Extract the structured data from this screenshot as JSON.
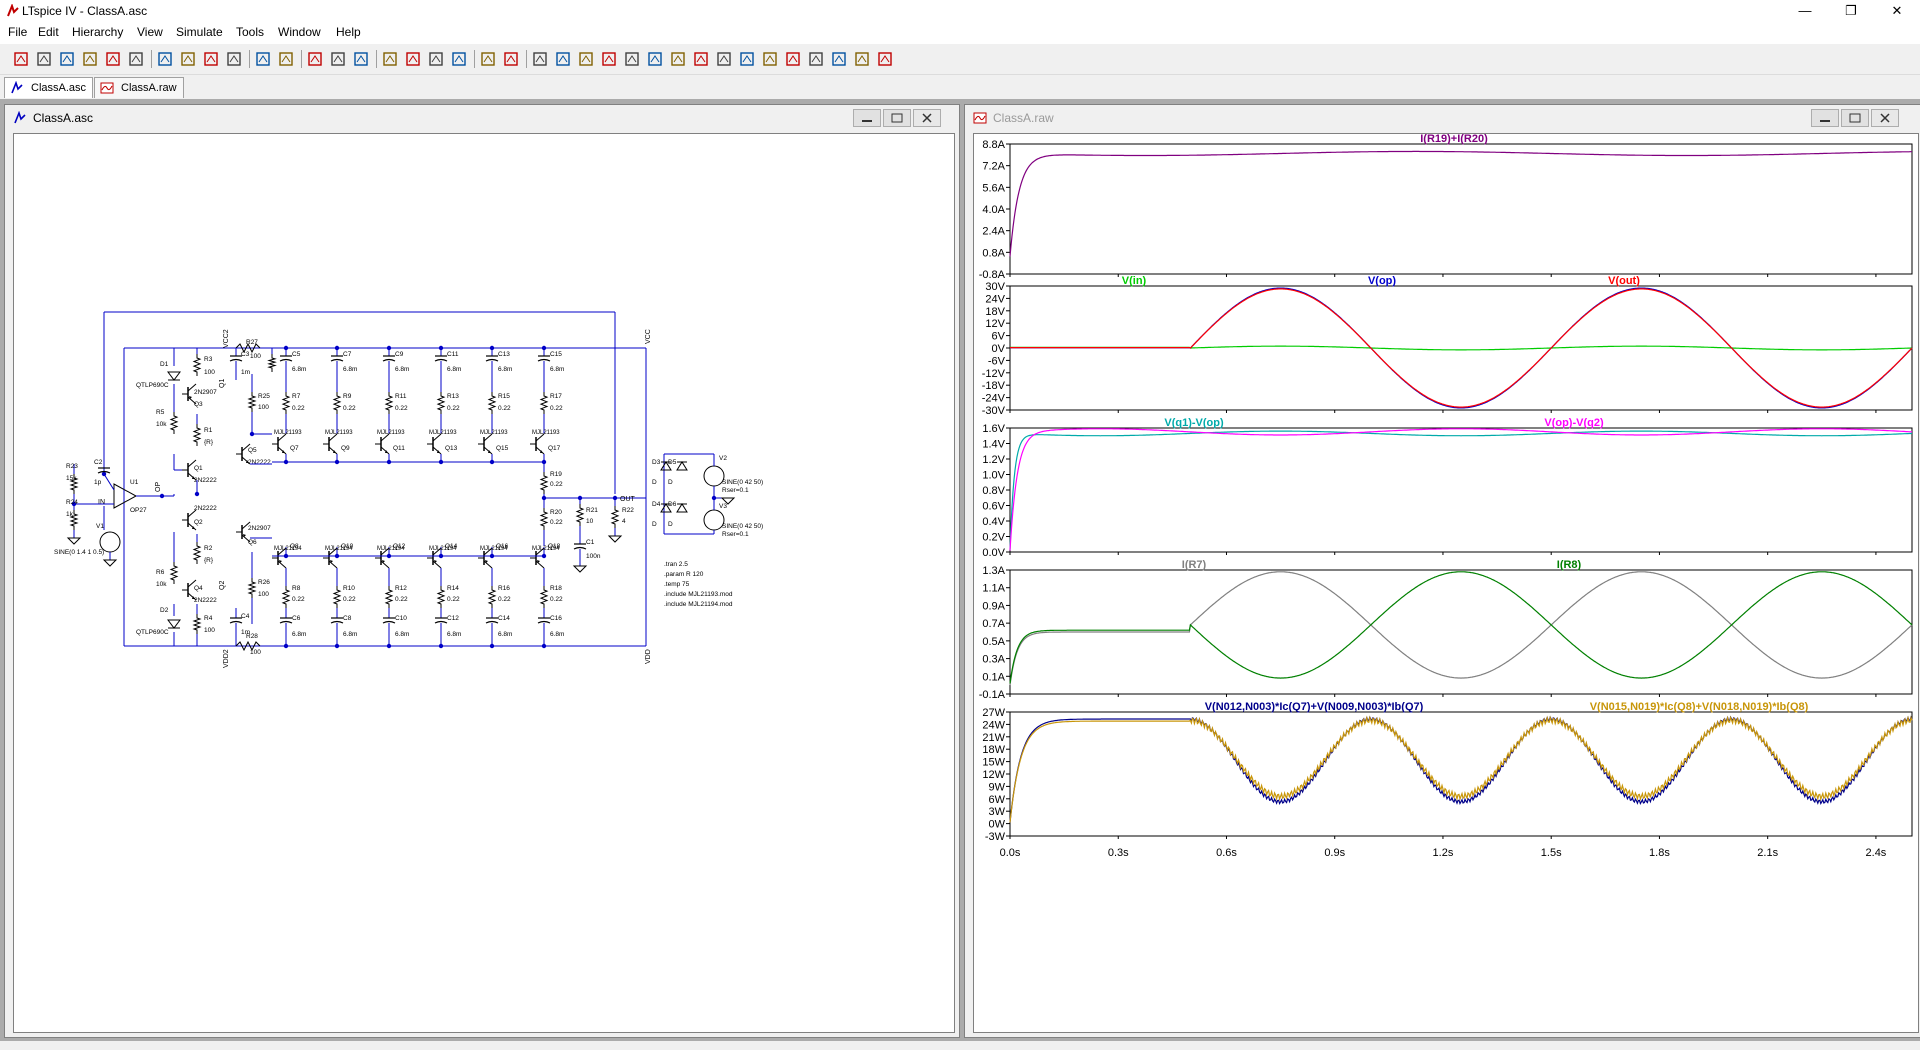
{
  "window": {
    "title": "LTspice IV - ClassA.asc"
  },
  "menu": [
    "File",
    "Edit",
    "Hierarchy",
    "View",
    "Simulate",
    "Tools",
    "Window",
    "Help"
  ],
  "tabs": [
    {
      "label": "ClassA.asc",
      "icon": "schematic-icon"
    },
    {
      "label": "ClassA.raw",
      "icon": "waveform-icon"
    }
  ],
  "schematic": {
    "title": "ClassA.asc",
    "nets": [
      "VCC2",
      "VCC",
      "VDD2",
      "VDD",
      "OUT",
      "IN",
      "OP",
      "Q1",
      "Q2"
    ],
    "components": {
      "D1": "D1",
      "D1v": "QTLP690C",
      "D2": "D2",
      "D2v": "QTLP690C",
      "R3": "R3",
      "R3v": "100",
      "R5": "R5",
      "R5v": "10k",
      "R1": "R1",
      "R1v": "{R}",
      "Q3": "Q3",
      "Q3v": "2N2907",
      "Q1": "Q1",
      "Q1v": "2N2222",
      "Q2": "Q2",
      "Q2v": "2N2222",
      "Q4": "Q4",
      "Q4v": "2N2222",
      "R6": "R6",
      "R6v": "10k",
      "R2": "R2",
      "R2v": "{R}",
      "R4": "R4",
      "R4v": "100",
      "C3": "C3",
      "C3v": "1m",
      "C4": "C4",
      "C4v": "1m",
      "R27": "R27",
      "R27v": "100",
      "R28": "R28",
      "R28v": "100",
      "R25": "R25",
      "R25v": "100",
      "R26": "R26",
      "R26v": "100",
      "Q5": "Q5",
      "Q5v": "2N2222",
      "Q6": "Q6",
      "Q6v": "2N2907",
      "U1": "U1",
      "U1v": "OP27",
      "R23": "R23",
      "R23v": "15k",
      "C2": "C2",
      "C2v": "1p",
      "R24": "R24",
      "R24v": "1k",
      "V1": "V1",
      "V1v": "SINE(0 1.4 1 0.5)",
      "R19": "R19",
      "R19v": "0.22",
      "R20": "R20",
      "R20v": "0.22",
      "R21": "R21",
      "R21v": "10",
      "C1": "C1",
      "C1v": "100n",
      "R22": "R22",
      "R22v": "4",
      "D3": "D3",
      "D4": "D4",
      "D5": "D5",
      "D6": "D6",
      "Dv": "D",
      "V2": "V2",
      "V3": "V3",
      "Vsrc": "SINE(0 42 50)",
      "Rser": "Rser=0.1",
      "npn": "MJL21193",
      "pnp": "MJL21194",
      "Rval": "0.22",
      "Cval": "6.8m"
    },
    "upper_caps": [
      "C5",
      "C7",
      "C9",
      "C11",
      "C13",
      "C15"
    ],
    "lower_caps": [
      "C6",
      "C8",
      "C10",
      "C12",
      "C14",
      "C16"
    ],
    "upper_res": [
      "R7",
      "R9",
      "R11",
      "R13",
      "R15",
      "R17"
    ],
    "lower_res": [
      "R8",
      "R10",
      "R12",
      "R14",
      "R16",
      "R18"
    ],
    "upper_q": [
      "Q7",
      "Q9",
      "Q11",
      "Q13",
      "Q15",
      "Q17"
    ],
    "lower_q": [
      "Q8",
      "Q10",
      "Q12",
      "Q14",
      "Q16",
      "Q18"
    ],
    "directives": [
      ".tran 2.5",
      ".param R 120",
      ".temp 75",
      ".include MJL21193.mod",
      ".include MJL21194.mod"
    ]
  },
  "waveform": {
    "title": "ClassA.raw",
    "x_ticks": [
      "0.0s",
      "0.3s",
      "0.6s",
      "0.9s",
      "1.2s",
      "1.5s",
      "1.8s",
      "2.1s",
      "2.4s"
    ],
    "panes": [
      {
        "ticks": [
          "8.8A",
          "7.2A",
          "5.6A",
          "4.0A",
          "2.4A",
          "0.8A",
          "-0.8A"
        ],
        "traces": [
          {
            "label": "I(R19)+I(R20)",
            "color": "#800080"
          }
        ]
      },
      {
        "ticks": [
          "30V",
          "24V",
          "18V",
          "12V",
          "6V",
          "0V",
          "-6V",
          "-12V",
          "-18V",
          "-24V",
          "-30V"
        ],
        "traces": [
          {
            "label": "V(in)",
            "color": "#00cc00"
          },
          {
            "label": "V(op)",
            "color": "#0000cc"
          },
          {
            "label": "V(out)",
            "color": "#ff0000"
          }
        ]
      },
      {
        "ticks": [
          "1.6V",
          "1.4V",
          "1.2V",
          "1.0V",
          "0.8V",
          "0.6V",
          "0.4V",
          "0.2V",
          "0.0V"
        ],
        "traces": [
          {
            "label": "V(q1)-V(op)",
            "color": "#00aaaa"
          },
          {
            "label": "V(op)-V(q2)",
            "color": "#ff00ff"
          }
        ]
      },
      {
        "ticks": [
          "1.3A",
          "1.1A",
          "0.9A",
          "0.7A",
          "0.5A",
          "0.3A",
          "0.1A",
          "-0.1A"
        ],
        "traces": [
          {
            "label": "I(R7)",
            "color": "#808080"
          },
          {
            "label": "I(R8)",
            "color": "#008000"
          }
        ]
      },
      {
        "ticks": [
          "27W",
          "24W",
          "21W",
          "18W",
          "15W",
          "12W",
          "9W",
          "6W",
          "3W",
          "0W",
          "-3W"
        ],
        "traces": [
          {
            "label": "V(N012,N003)*Ic(Q7)+V(N009,N003)*Ib(Q7)",
            "color": "#00008b"
          },
          {
            "label": "V(N015,N019)*Ic(Q8)+V(N018,N019)*Ib(Q8)",
            "color": "#c8960a"
          }
        ]
      }
    ]
  }
}
